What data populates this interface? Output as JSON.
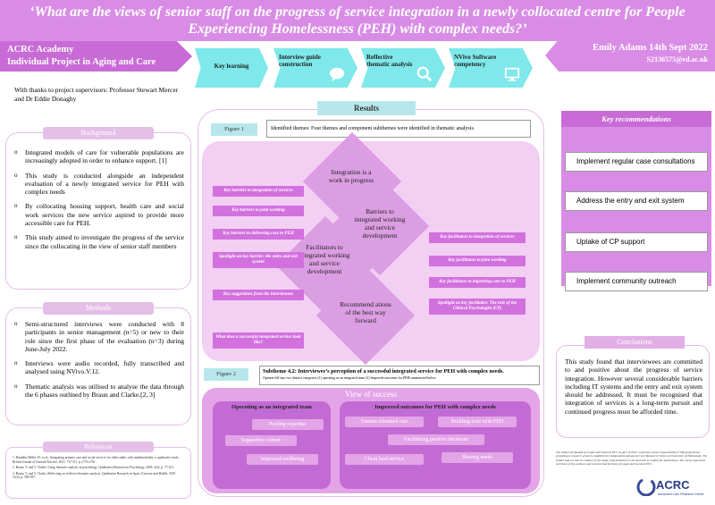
{
  "title": "‘What are the views of senior staff on the progress of service integration in a newly collocated centre for People Experiencing Homelessness (PEH) with complex needs?’",
  "left_banner": {
    "line1": "ACRC Academy",
    "line2": "Individual Project in Aging and Care"
  },
  "right_banner": {
    "name_date": "Emily Adams 14th Sept 2022",
    "email": "S2136575@ed.ac.uk"
  },
  "steps": [
    {
      "label": "Key learning",
      "icon": "none"
    },
    {
      "label": "Interview guide construction",
      "icon": "speech-bubble-icon"
    },
    {
      "label": "Reflective thematic analysis",
      "icon": "magnifier-icon"
    },
    {
      "label": "NVivo Software competency",
      "icon": "monitor-icon"
    }
  ],
  "thanks": "With thanks to project supervisors: Professor Stewart Mercer and Dr Eddie Donaghy",
  "background": {
    "heading": "Background",
    "bullets": [
      "Integrated models of care for vulnerable populations are increasingly adopted in order to enhance support. [1]",
      "This study is conducted alongside an independent evaluation of a newly integrated service for PEH with complex needs",
      "By collocating housing support, health care and social work services the new service aspired to provide more accessible care for PEH.",
      "This study aimed to investigate the progress of the service since the collocating in the view of senior staff members"
    ]
  },
  "methods": {
    "heading": "Methods",
    "bullets": [
      "Semi-structured interviews were conducted with 8 participants in senior management (n=5) or new to their role since the first phase of the evaluation (n=3) during June-July 2022.",
      "Interviews were audio recorded, fully transcribed and analysed using NVivo.V.12.",
      "Thematic analysis was utilised to analyse the data through the 6 phases outlined by Braun and Clarke.[2, 3]"
    ]
  },
  "references": {
    "heading": "References",
    "items": [
      "1.   Hamblin-Miller, H., et al., Integrating primary care and social services for older adults with multimorbidity: a qualitative study. British Journal of General Practice, 2021. 71(711): p. e753-e761.",
      "2.   Braun, V. and V. Clarke, Using thematic analysis in psychology. Qualitative Research in Psychology, 2006. 3(2): p. 77-101.",
      "3.   Braun, V. and V. Clarke, Reflecting on reflexive thematic analysis. Qualitative Research in Sport, Exercise and Health, 2019. 11(4): p. 589-597."
    ]
  },
  "results": {
    "heading": "Results",
    "figure1": {
      "label": "Figure 1",
      "caption": "Identified themes: Four themes and component subthemes were identified in thematic analysis.",
      "themes": [
        "Integration is a work in progress",
        "Barriers to integrated working and service development",
        "Facilitators to integrated working and service development",
        "Recommend ations of the best way forward"
      ],
      "left_subthemes": [
        "Key barriers to integration of services",
        "Key barriers to joint working",
        "Key barriers in delivering care to PEH",
        "Spotlight on key barrier: the entry and exit system",
        "Key suggestions from the interviewees",
        "What does a successful integrated service look like?"
      ],
      "right_subthemes": [
        "Key facilitators to integration of services",
        "Key facilitators to joint working",
        "Key facilitators to improving care to PEH",
        "Spotlight on key facilitator: The role of the Clinical Psychologist (CP)"
      ]
    },
    "figure2": {
      "label": "Figure 2",
      "caption_bold": "Subtheme 4.2: Interviewee’s perception of a successful integrated service for PEH with complex needs.",
      "caption_small": "Opinion fell into two distinct categories (1) operating as an integrated team (2) Improved outcomes for PEH summarised below"
    },
    "view": {
      "heading": "View of success",
      "team": {
        "heading": "Operating as an integrated team",
        "items": [
          "Pooling expertise",
          "Supportive culture",
          "Improved wellbeing"
        ]
      },
      "outcomes": {
        "heading": "Improved outcomes for PEH with complex needs",
        "items": [
          "Trauma informed care",
          "Building trust with PEH",
          "Facilitating positive decisions",
          "Client lead service",
          "Sharing needs"
        ]
      }
    }
  },
  "recommendations": {
    "heading": "Key recommendations",
    "items": [
      "Implement regular case consultations",
      "Address the entry and exit system",
      "Uptake of CP support",
      "Implement community outreach"
    ]
  },
  "conclusions": {
    "heading": "Conclusions",
    "text": "This study found that interviewees are committed to and positive about the progress of service integration. However several considerable barriers including IT systems and the entry and exit system should be addressed. It must be recognised that integration of services is a long-term pursuit and continued progress must be afforded time."
  },
  "funding": "The study was funded by Legal and General PLC as part of their corporate social responsibility (CSR) programme, providing a research grant to establish the independent Advanced Care Research Centre at University of Edinburgh. The funder had no role in conduct of the study, interpretation or the decision to submit for publication. The views expressed are those of the authors and not necessarily those of Legal and General PLC.",
  "logo": {
    "text": "ACRC",
    "subtext": "Advanced Care Research Centre"
  },
  "colors": {
    "magenta": "#c86bd6",
    "light_magenta": "#d98ce6",
    "cyan": "#7ee8ea",
    "pale_pink": "#f3cff3"
  }
}
